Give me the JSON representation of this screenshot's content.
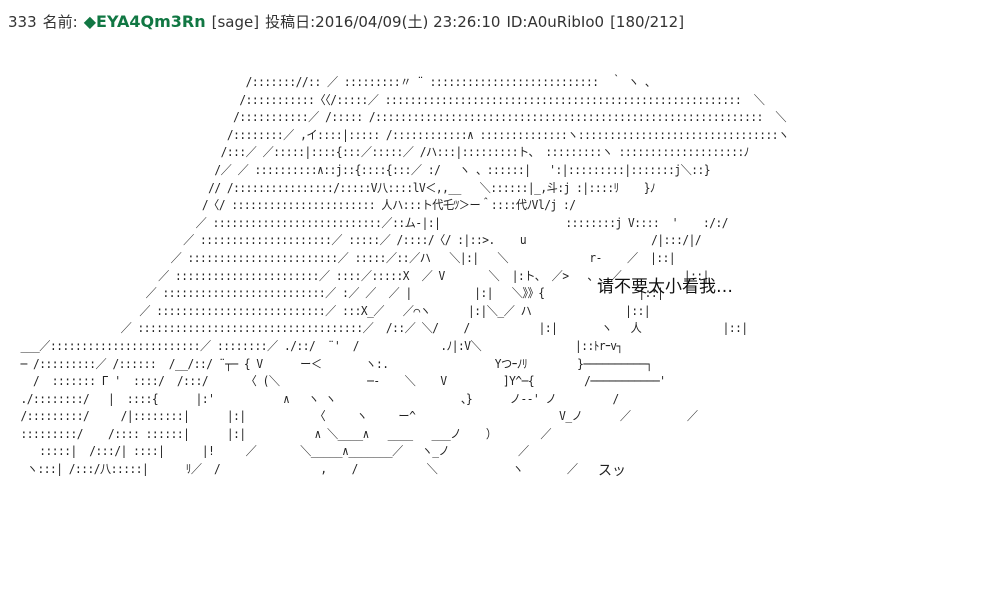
{
  "post": {
    "number": "333",
    "name_label": "名前:",
    "trip": "◆EYA4Qm3Rn",
    "email": "[sage]",
    "date": "投稿日:2016/04/09(土) 23:26:10",
    "id": "ID:A0uRibIo0",
    "count": "[180/212]"
  },
  "speech": "请不要太小看我…",
  "sfx": "スッ",
  "ascii_art": "                                      /::::::://:: ／ :::::::::〃 ¨ :::::::::::::::::::::::::::  ｀ ヽ 、\n                                     /:::::::::::〈〈/:::::／ :::::::::::::::::::::::::::::::::::::::::::::::::::::::::  ＼\n                                    /:::::::::::／ /::::: /::::::::::::::::::::::::::::::::::::::::::::::::::::::::::::::  ＼\n                                   /::::::::／ ,イ::::|::::: /::::::::::::∧ ::::::::::::::ヽ::::::::::::::::::::::::::::::::ヽ\n                                  /:::／ ／:::::|::::{:::／:::::／ /ハ:::|:::::::::ト、 :::::::::ヽ ::::::::::::::::::::ﾉ\n                                 /／ ／ ::::::::::∧::j::{::::{:::／ :/   ヽ 、::::::|   ':|:::::::::|:::::::j＼::}\n                                // /::::::::::::::::/:::::V八::::lV＜,,__   ＼::::::|_,斗:j :|::::ﾘ    }ﾉ\n                               /〈/ ::::::::::::::::::::::: 人ハ:::ト代乇ﾂ＞ー＾::::代ﾉVl/j :/\n                              ／ :::::::::::::::::::::::::::／::ム-|:|                    ::::::::j V::::  '    :/:/\n                            ／ :::::::::::::::::::::／ :::::／ /::::/〈/ :|::>.    u                    /|:::/|/\n                          ／ ::::::::::::::::::::::::／ :::::／::／ハ   ＼|:|   ＼             r-    ／  |::|\n                        ／ :::::::::::::::::::::::／ ::::／:::::X  ／ V       ＼  |:ト、 ／>   、_ ／          |::|\n                      ／ ::::::::::::::::::::::::::／ :／ ／  ／ |          |:|   ＼》》{               |::|\n                     ／ :::::::::::::::::::::::::::／ :::X_／   ／⌒ヽ      |:|＼_／ ハ               |::|\n                  ／ ::::::::::::::::::::::::::::::::::::／  /::／ ＼/    /           |:|       ヽ   人             |::|\n  ___／::::::::::::::::::::::::／ ::::::::／ ./::/  ¨'  /             .ﾉ|:V＼               |::ﾄrｰv┐\n  ─ /:::::::::／ /::::::  /__/::/ ¨┬─ { V      ー＜       ヽ:.                 Yつｰﾉﾘ        }──────────┐\n    /  ::::::: Γ '  ::::/  /:::/      〈 (＼              ─-    ＼    V         ]Y^─{        /───────────'\n  ./::::::::/   |  ::::{      |:'           ∧   ヽ ヽ                    、}      ノ--' ノ         /\n  /:::::::::/     /|::::::::|      |:|           〈     ヽ     ー^                       V_ノ      ／         ／\n  :::::::::/    /:::: ::::::|      |:|           ∧ ＼____∧   ____   ___ノ    ）       ／\n     :::::|  /:::/| ::::|      |!     ／       ＼_____∧_______／   ヽ_ノ           ／\n   ヽ:::| /:::/八:::::|      ﾘ／  /                ,    /           ＼            ヽ       ／"
}
